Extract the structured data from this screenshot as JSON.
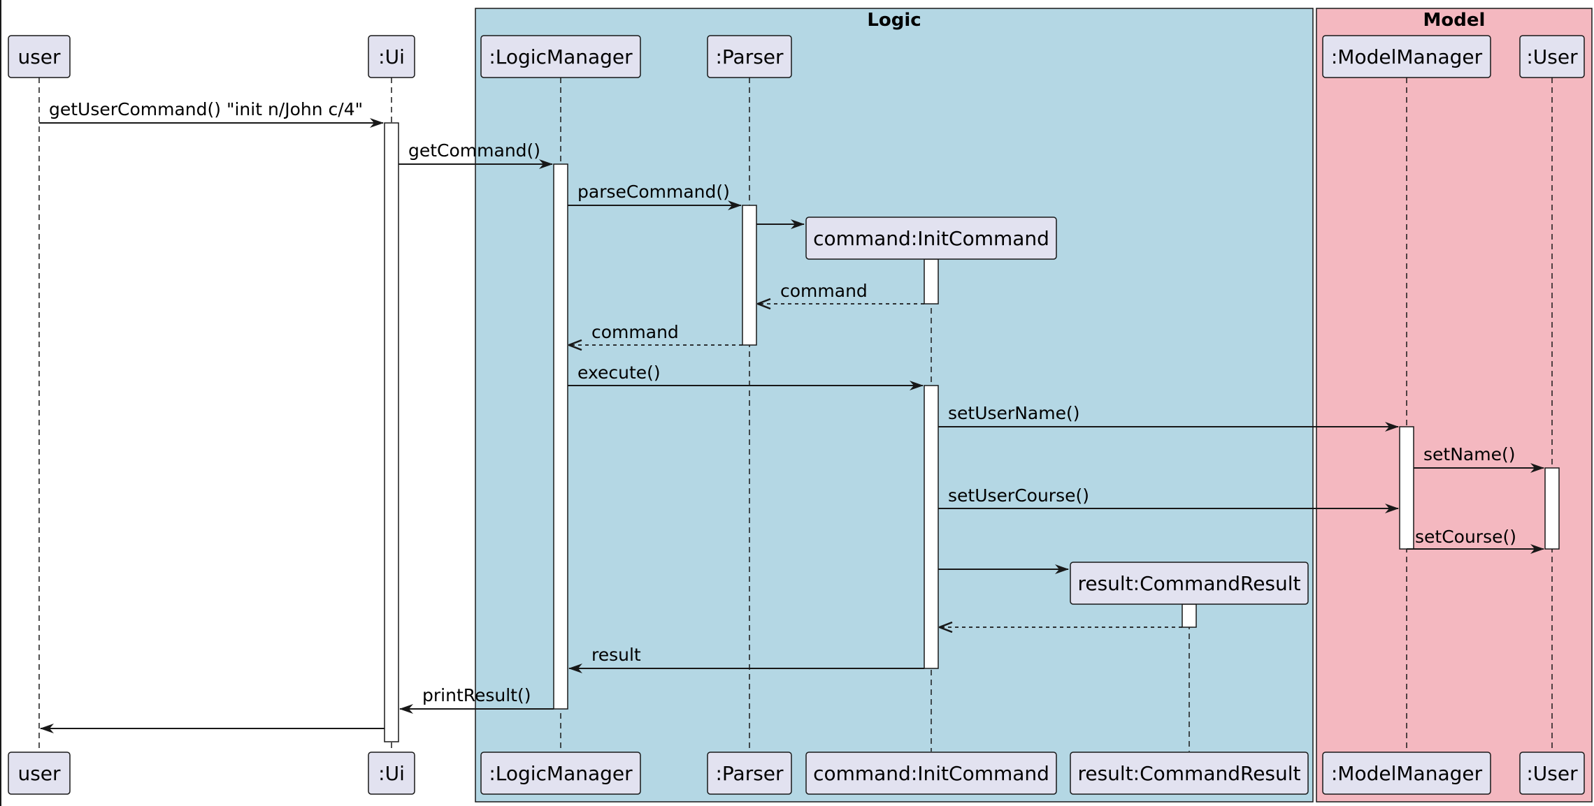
{
  "groups": {
    "logic": {
      "title": "Logic",
      "color": "#b4d7e4"
    },
    "model": {
      "title": "Model",
      "color": "#f4b8c0"
    }
  },
  "participants": {
    "user": {
      "label": "user"
    },
    "ui": {
      "label": ":Ui"
    },
    "logicManager": {
      "label": ":LogicManager"
    },
    "parser": {
      "label": ":Parser"
    },
    "initCommand": {
      "label": "command:InitCommand"
    },
    "commandResult": {
      "label": "result:CommandResult"
    },
    "modelManager": {
      "label": ":ModelManager"
    },
    "userModel": {
      "label": ":User"
    }
  },
  "messages": [
    {
      "label": "getUserCommand() \"init n/John c/4\"",
      "type": "sync"
    },
    {
      "label": "getCommand()",
      "type": "sync"
    },
    {
      "label": "parseCommand()",
      "type": "sync"
    },
    {
      "label": "",
      "type": "create"
    },
    {
      "label": "command",
      "type": "return"
    },
    {
      "label": "command",
      "type": "return"
    },
    {
      "label": "execute()",
      "type": "sync"
    },
    {
      "label": "setUserName()",
      "type": "sync"
    },
    {
      "label": "setName()",
      "type": "sync"
    },
    {
      "label": "setUserCourse()",
      "type": "sync"
    },
    {
      "label": "setCourse()",
      "type": "sync"
    },
    {
      "label": "",
      "type": "create"
    },
    {
      "label": "",
      "type": "return"
    },
    {
      "label": "result",
      "type": "sync"
    },
    {
      "label": "printResult()",
      "type": "sync"
    },
    {
      "label": "",
      "type": "sync"
    }
  ],
  "colors": {
    "participant_fill": "#e2e2f0",
    "participant_stroke": "#181818",
    "activation_fill": "#ffffff",
    "line": "#181818"
  }
}
